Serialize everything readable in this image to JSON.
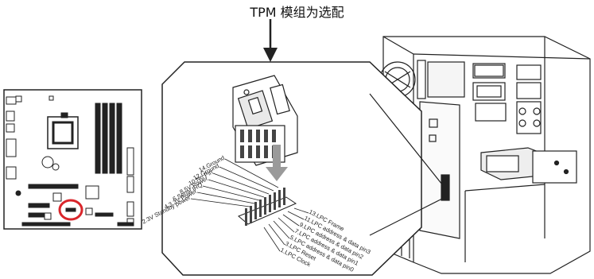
{
  "title": "TPM 模组为选配",
  "pins_left": [
    "14.Ground",
    "12.Ground",
    "10.No Pin",
    "8.5V Power",
    "6.Serial IRQ",
    "4.3.3V Power",
    "2.3V Standby power"
  ],
  "pins_right": [
    "13.LPC Frame",
    "11.LPC address & data pin3",
    "9.LPC address & data pin2",
    "7.LPC address & data pin1",
    "5.LPC address & data pin0",
    "3.LPC Reset",
    "1.LPC Clock"
  ],
  "colors": {
    "line": "#222222",
    "highlight": "#d9262b",
    "arrow": "#9a9a9a"
  },
  "icons": {
    "title_arrow": "down-arrow-icon",
    "insert_arrow": "down-arrow-icon"
  }
}
